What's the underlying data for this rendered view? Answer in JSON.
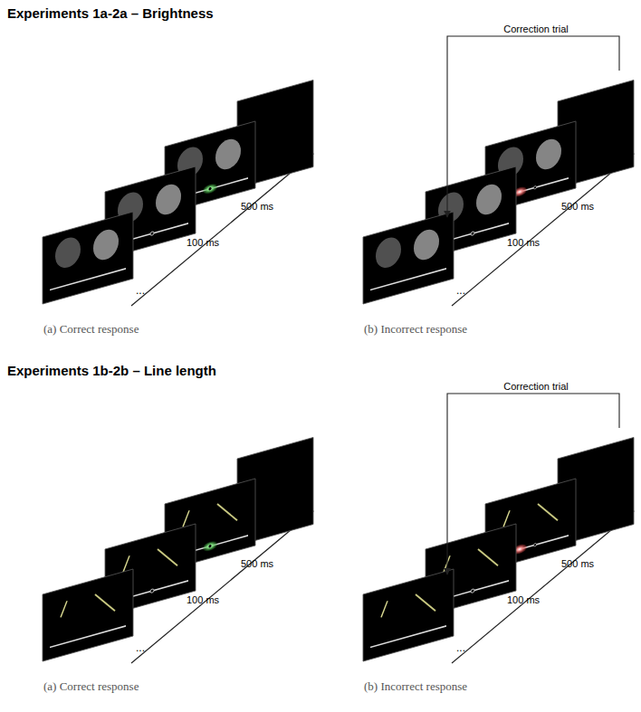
{
  "diagram": {
    "labels": [
      "Experiments 1a-2a – Brightness",
      "500 ms",
      "100 ms",
      "...",
      "Correction trial",
      "500 ms",
      "100 ms",
      "...",
      "(a) Correct response",
      "(b) Incorrect response",
      "Experiments 1b-2b – Line length",
      "500 ms",
      "100 ms",
      "...",
      "Correction trial",
      "500 ms",
      "100 ms",
      "...",
      "(a) Correct response",
      "(b) Incorrect response"
    ]
  }
}
